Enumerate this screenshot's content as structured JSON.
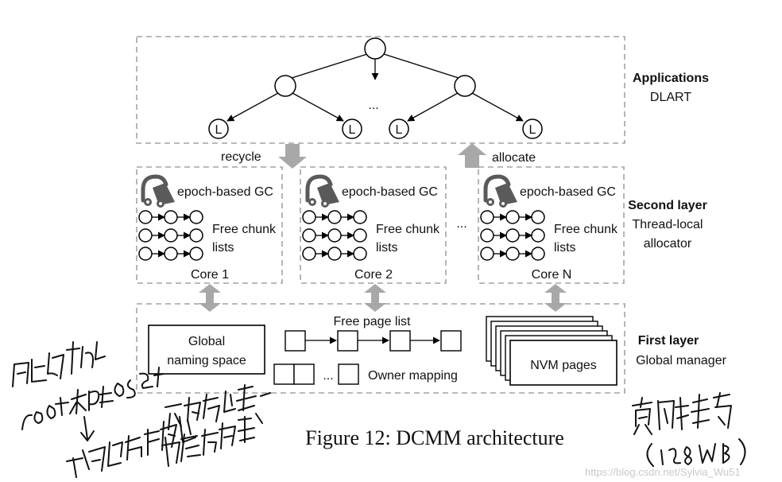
{
  "applications": {
    "title": "Applications",
    "subtitle": "DLART",
    "leaf_label": "L",
    "ellipsis": "..."
  },
  "flow": {
    "recycle": "recycle",
    "allocate": "allocate"
  },
  "second_layer": {
    "title": "Second layer",
    "subtitle_line1": "Thread-local",
    "subtitle_line2": "allocator",
    "gc_label": "epoch-based GC",
    "free_chunk_line1": "Free chunk",
    "free_chunk_line2": "lists",
    "ellipsis": "...",
    "cores": [
      "Core 1",
      "Core 2",
      "Core N"
    ]
  },
  "first_layer": {
    "title": "First layer",
    "subtitle": "Global manager",
    "global_naming_line1": "Global",
    "global_naming_line2": "naming space",
    "free_page_list": "Free page list",
    "owner_mapping": "Owner mapping",
    "ellipsis": "...",
    "nvm_pages": "NVM pages"
  },
  "caption": "Figure 12: DCMM architecture",
  "watermark": "https://blog.csdn.net/Sylvia_Wu51",
  "handwritten_notes": {
    "left": "映射到 root和offset 指示最后分配的页面数量",
    "right": "页面粒度 (128MB)"
  },
  "colors": {
    "dashed_border": "#a3a3a3",
    "arrow_gray": "#a8a8a8",
    "gc_icon": "#5a5a5a"
  }
}
